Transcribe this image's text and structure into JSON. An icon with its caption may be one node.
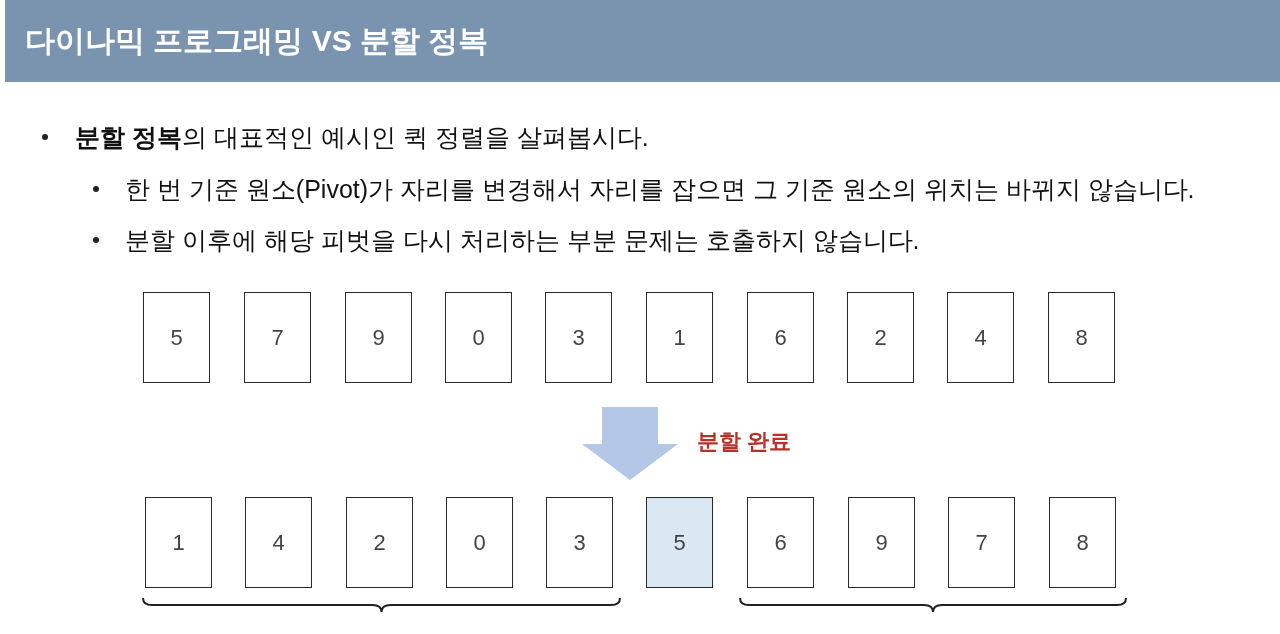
{
  "diagram": {
    "title": "다이나믹 프로그래밍 VS 분할 정복",
    "nodes": [
      {
        "text": [
          "5"
        ]
      },
      {
        "text": [
          "7"
        ]
      },
      {
        "text": [
          "9"
        ]
      },
      {
        "text": [
          "0"
        ]
      },
      {
        "text": [
          "3"
        ]
      },
      {
        "text": [
          "1"
        ]
      },
      {
        "text": [
          "6"
        ]
      },
      {
        "text": [
          "2"
        ]
      },
      {
        "text": [
          "4"
        ]
      },
      {
        "text": [
          "8"
        ]
      },
      {
        "text": [
          "1"
        ]
      },
      {
        "text": [
          "4"
        ]
      },
      {
        "text": [
          "2"
        ]
      },
      {
        "text": [
          "0"
        ]
      },
      {
        "text": [
          "3"
        ]
      },
      {
        "text": [
          "5"
        ]
      },
      {
        "text": [
          "6"
        ]
      },
      {
        "text": [
          "9"
        ]
      },
      {
        "text": [
          "7"
        ]
      },
      {
        "text": [
          "8"
        ]
      }
    ],
    "edges": [
      {
        "from": 5,
        "to": 15,
        "arrow": "to",
        "label": "분할 완료"
      }
    ],
    "labels": [
      "**분할 정복**의 대표적인 예시인 퀵 정렬을 살펴봅시다.",
      "한 번 기준 원소(Pivot)가 자리를 변경해서 자리를 잡으면 그 기준 원소의 위치는 바뀌지 않습니다.",
      "분할 이후에 해당 피벗을 다시 처리하는 부분 문제는 호출하지 않습니다."
    ]
  }
}
